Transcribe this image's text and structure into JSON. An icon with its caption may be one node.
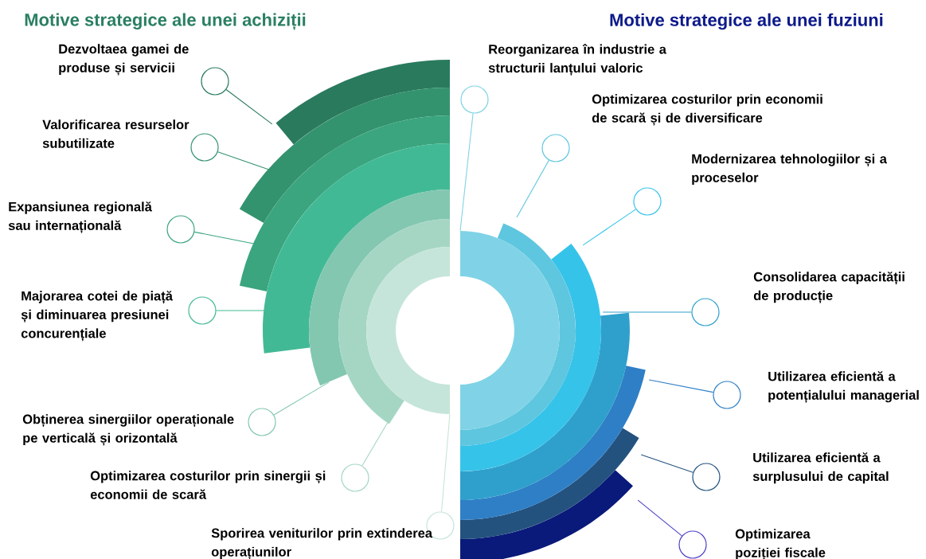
{
  "diagram": {
    "nodes": [
      {
        "text": [],
        "shape": "arc"
      },
      {
        "text": [],
        "shape": "arc"
      },
      {
        "text": [],
        "shape": "arc"
      },
      {
        "text": [],
        "shape": "arc"
      },
      {
        "text": [],
        "shape": "arc"
      },
      {
        "text": [],
        "shape": "arc"
      },
      {
        "text": [],
        "shape": "arc"
      },
      {
        "text": [],
        "shape": "circle",
        "beside": [
          "Dezvoltaea gamei de produse și servicii"
        ]
      },
      {
        "text": [],
        "shape": "circle",
        "beside": [
          "Valorificarea resurselor subutilizate"
        ]
      },
      {
        "text": [],
        "shape": "circle",
        "beside": [
          "Expansiunea regională sau internațională"
        ]
      },
      {
        "text": [],
        "shape": "circle",
        "beside": [
          "Majorarea cotei de piață și diminuarea presiunei concurențiale"
        ]
      },
      {
        "text": [],
        "shape": "circle",
        "beside": [
          "Obținerea sinergiilor operaționale pe verticală și orizontală"
        ]
      },
      {
        "text": [],
        "shape": "circle",
        "beside": [
          "Optimizarea costurilor prin sinergii și economii de scară"
        ]
      },
      {
        "text": [],
        "shape": "circle",
        "beside": [
          "Sporirea veniturilor prin extinderea operațiunilor"
        ]
      },
      {
        "text": [],
        "shape": "arc"
      },
      {
        "text": [],
        "shape": "arc"
      },
      {
        "text": [],
        "shape": "arc"
      },
      {
        "text": [],
        "shape": "arc"
      },
      {
        "text": [],
        "shape": "arc"
      },
      {
        "text": [],
        "shape": "arc"
      },
      {
        "text": [],
        "shape": "arc"
      },
      {
        "text": [],
        "shape": "circle",
        "beside": [
          "Reorganizarea în industrie a structurii lanțului valoric"
        ]
      },
      {
        "text": [],
        "shape": "circle",
        "beside": [
          "Optimizarea costurilor prin economii de scară și de diversificare"
        ]
      },
      {
        "text": [],
        "shape": "circle",
        "beside": [
          "Modernizarea tehnologiilor și a proceselor"
        ]
      },
      {
        "text": [],
        "shape": "circle",
        "beside": [
          "Consolidarea capacității de producție"
        ]
      },
      {
        "text": [],
        "shape": "circle",
        "beside": [
          "Utilizarea eficientă a potențialului managerial"
        ]
      },
      {
        "text": [],
        "shape": "circle",
        "beside": [
          "Utilizarea eficientă a surplusului de capital"
        ]
      },
      {
        "text": [],
        "shape": "circle",
        "beside": [
          "Optimizarea poziției fiscale"
        ]
      }
    ],
    "edges": [
      {
        "from": 0,
        "to": 7,
        "arrow": "none",
        "color": "#2a7a5e"
      },
      {
        "from": 1,
        "to": 8,
        "arrow": "none",
        "color": "#34936f"
      },
      {
        "from": 2,
        "to": 9,
        "arrow": "none",
        "color": "#3aa57e"
      },
      {
        "from": 3,
        "to": 10,
        "arrow": "none",
        "color": "#42b995"
      },
      {
        "from": 4,
        "to": 11,
        "arrow": "none",
        "color": "#83c7b1"
      },
      {
        "from": 5,
        "to": 12,
        "arrow": "none",
        "color": "#a5d6c4"
      },
      {
        "from": 6,
        "to": 13,
        "arrow": "none",
        "color": "#c6e5da"
      },
      {
        "from": 14,
        "to": 21,
        "arrow": "none",
        "color": "#80d3e6"
      },
      {
        "from": 15,
        "to": 22,
        "arrow": "none",
        "color": "#5ec6df"
      },
      {
        "from": 16,
        "to": 23,
        "arrow": "none",
        "color": "#36c3ea"
      },
      {
        "from": 17,
        "to": 24,
        "arrow": "none",
        "color": "#2fa0cc"
      },
      {
        "from": 18,
        "to": 25,
        "arrow": "none",
        "color": "#2f7fc6"
      },
      {
        "from": 19,
        "to": 26,
        "arrow": "none",
        "color": "#24527f"
      },
      {
        "from": 20,
        "to": 27,
        "arrow": "none",
        "color": "#4b3fc8"
      }
    ],
    "labels": [
      "Motive strategice ale unei achiziții",
      "Motive strategice ale unei fuziuni"
    ]
  }
}
